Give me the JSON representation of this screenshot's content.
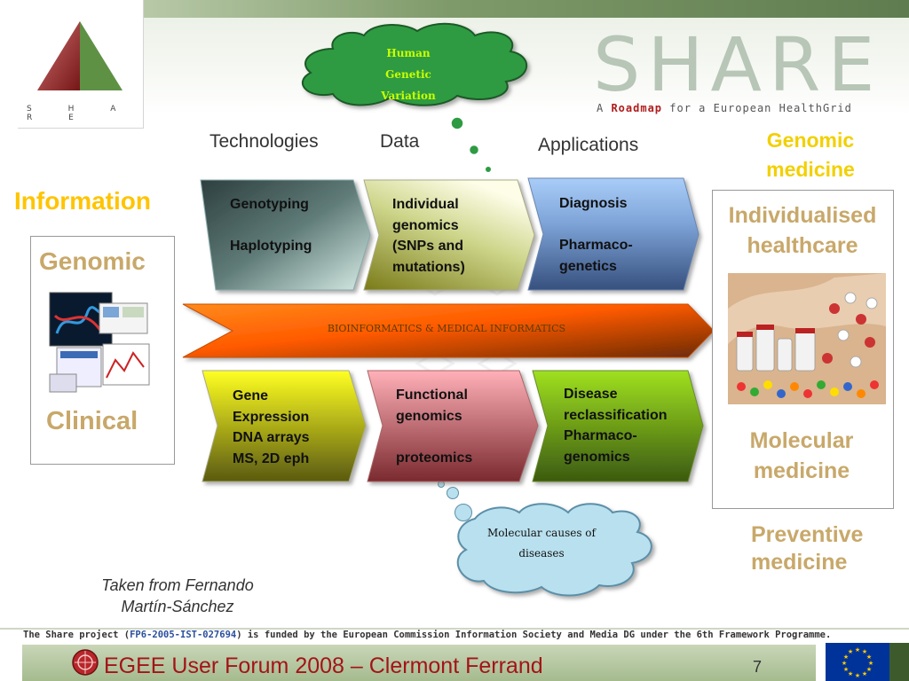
{
  "header": {
    "logo_letters": "S H A R E",
    "wordmark": "SHARE",
    "tagline_pre": "A ",
    "tagline_bold": "Roadmap",
    "tagline_post": " for a European HealthGrid"
  },
  "clouds": {
    "top": "Human Genetic Variation",
    "bottom": "Molecular causes of diseases"
  },
  "headings": {
    "technologies": "Technologies",
    "data": "Data",
    "applications": "Applications",
    "genomic_medicine": "Genomic medicine",
    "information": "Information"
  },
  "left_panel": {
    "top_label": "Genomic",
    "bottom_label": "Clinical"
  },
  "right_panel": {
    "top_label": "Individualised healthcare",
    "bottom_label": "Molecular medicine"
  },
  "preventive": "Preventive medicine",
  "chevrons_top": {
    "technologies": "Genotyping\n\nHaplotyping",
    "data": "Individual\ngenomics\n(SNPs and\nmutations)",
    "applications": "Diagnosis\n\nPharmaco-\ngenetics"
  },
  "chevrons_bottom": {
    "technologies": "Gene\nExpression\nDNA arrays\nMS, 2D eph",
    "data": "Functional\ngenomics\n\nproteomics",
    "applications": "Disease\nreclassification\nPharmaco-\ngenomics"
  },
  "band": "BIOINFORMATICS & MEDICAL INFORMATICS",
  "credit": "Taken from Fernando\nMartín-Sánchez",
  "footer": {
    "funding_pre": "The Share project (",
    "funding_code": "FP6-2005-IST-027694",
    "funding_post": ") is funded by the European Commission Information Society and Media DG under the 6th Framework Programme.",
    "event": "EGEE User Forum 2008 – Clermont Ferrand",
    "page": "7"
  },
  "colors": {
    "accent_yellow": "#ffc400",
    "label_tan": "#c8a86a",
    "event_red": "#a31418"
  },
  "icons": {
    "logo": "triangle-logo-icon",
    "egee": "egee-globe-icon",
    "eu": "eu-flag-icon"
  }
}
